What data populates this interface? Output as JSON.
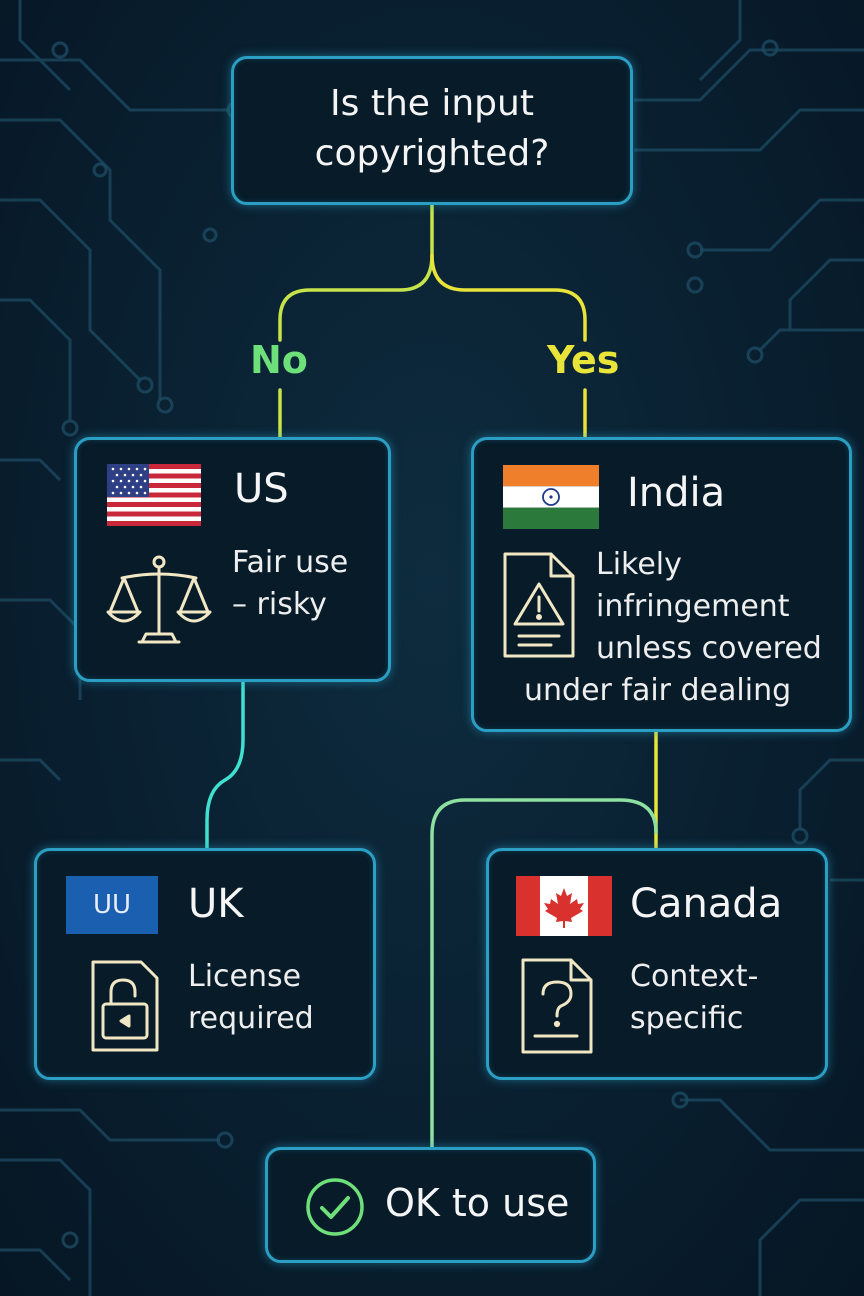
{
  "question": {
    "line1": "Is the input",
    "line2": "copyrighted?"
  },
  "branches": {
    "no": "No",
    "yes": "Yes"
  },
  "nodes": {
    "us": {
      "country": "US",
      "desc_line1": "Fair use",
      "desc_line2": "– risky",
      "flag": "us-flag",
      "icon": "scales-icon"
    },
    "india": {
      "country": "India",
      "desc_line1": "Likely",
      "desc_line2": "infringement",
      "desc_line3": "unless covered",
      "desc_line4": "under fair dealing",
      "flag": "india-flag",
      "icon": "warning-document-icon"
    },
    "uk": {
      "country": "UK",
      "flag_text": "UU",
      "desc_line1": "License",
      "desc_line2": "required",
      "icon": "padlock-icon"
    },
    "canada": {
      "country": "Canada",
      "desc_line1": "Context-",
      "desc_line2": "specific",
      "flag": "canada-flag",
      "icon": "question-document-icon"
    }
  },
  "result": {
    "label": "OK to use",
    "icon": "checkmark-circle-icon"
  },
  "colors": {
    "background": "#0a2233",
    "box_border": "#2b9ec4",
    "no_branch": "#6ee07a",
    "yes_branch": "#e8e43a",
    "connector_cyan": "#3fe0d0"
  }
}
